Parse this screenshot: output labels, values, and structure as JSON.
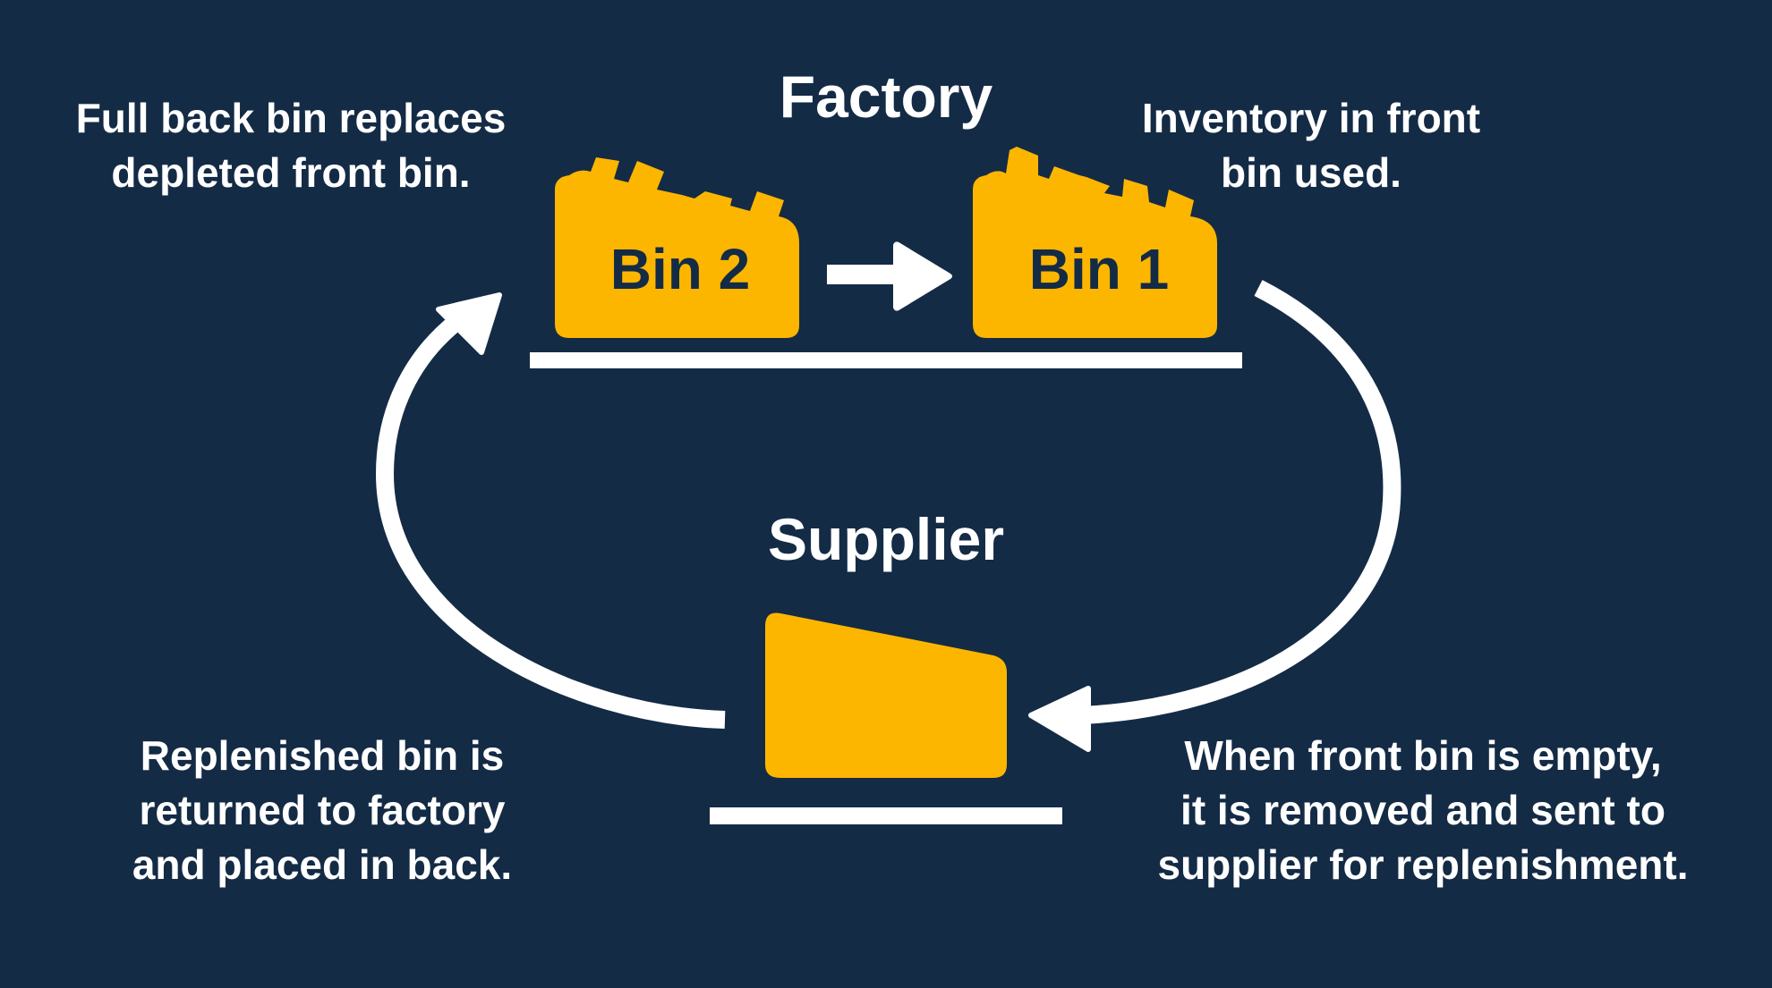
{
  "diagram": {
    "title_factory": "Factory",
    "title_supplier": "Supplier",
    "bins": [
      {
        "label": "Bin 2",
        "role": "back bin"
      },
      {
        "label": "Bin 1",
        "role": "front bin"
      }
    ],
    "captions": {
      "top_left": [
        "Full back bin replaces",
        "depleted front bin."
      ],
      "top_right": [
        "Inventory in front",
        "bin used."
      ],
      "bottom_left": [
        "Replenished bin is",
        "returned to factory",
        "and placed in back."
      ],
      "bottom_right": [
        "When front bin is empty,",
        "it is removed and sent to",
        "supplier for replenishment."
      ]
    },
    "colors": {
      "background": "#142b46",
      "bin": "#fdb600",
      "foreground": "#ffffff"
    },
    "icons": {
      "bin_to_bin_arrow": "arrow-right-icon",
      "factory_to_supplier_arrow": "curved-arrow-icon",
      "supplier_to_factory_arrow": "curved-arrow-icon"
    }
  }
}
